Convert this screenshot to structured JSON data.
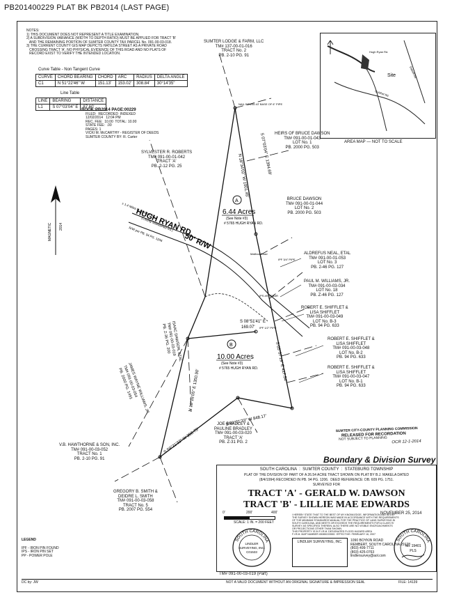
{
  "header": {
    "text": "PB201400229  PLAT BK PB2014 (LAST PAGE)"
  },
  "notes": {
    "lines": [
      "NOTES:",
      "1) THIS DOCUMENT DOES NOT REPRESENT A TITLE EXAMINATION.",
      "2) A SUBDIVISION VARIANCE (WIDTH TO DEPTH RATIO) MUST BE APPLIED FOR TRACT 'B'",
      "   AND THE REMAINING PORTION OF SUMTER COUNTY TAX PARCEL No. 091-00-03-018.",
      "3) THE CURRENT COUNTY GIS MAP DEPICTS HATILDA STREET AS A PRIVATE ROAD",
      "   CROSSING TRACT 'A'. NO PHYSICAL EVIDENCE OF THIS ROAD AND NO PLATS OF",
      "   RECORD EXIST TO VERIFY THE INTENDED LOCATION."
    ]
  },
  "curve_table": {
    "title": "Curve Table - Non Tangent Curve",
    "headers": [
      "CURVE",
      "CHORD BEARING",
      "CHORD",
      "ARC",
      "RADIUS",
      "DELTA ANGLE"
    ],
    "row": [
      "C1",
      "N 51°22'46\" W",
      "151.13'",
      "153.02'",
      "308.84'",
      "30°14'35\""
    ]
  },
  "line_table": {
    "title": "Line Table",
    "headers": [
      "LINE",
      "BEARING",
      "DISTANCE"
    ],
    "row": [
      "L1",
      "S 07°03'04\" E",
      "87.60'"
    ]
  },
  "recording_stamp": {
    "title": "BOOK:PB2014 PAGE:00229",
    "lines": [
      "FILED:  RECORDED  INDEXED",
      "12/02/2014   12:04 PM",
      "REC. FEE:  10.00  TOTAL: 10.00",
      "STATE FEE:  .00",
      "PAGES: 1",
      "VICKI M. McCARTHY - REGISTER OF DEEDS",
      "SUMTER COUNTY BY: R. Carter"
    ]
  },
  "area_map": {
    "caption": "AREA MAP — NOT TO SCALE",
    "site_label": "Site",
    "road_labels": [
      "Hugh Ryan Rd.",
      "Goldhat Rd.",
      "Dalzell Rd."
    ]
  },
  "north_arrow": {
    "label": "MAGNETIC",
    "sub": "2014"
  },
  "parcels": [
    {
      "lines": [
        "SUMTER LODGE & FARM, LLC",
        "TM# 137-00-01-016",
        "TRACT No. 2",
        "PB. 2-10 PG. 91"
      ]
    },
    {
      "lines": [
        "HEIRS OF BRUCE DAWSON",
        "TM# 091-00-01-043",
        "LOT No. 1",
        "PB. 2000 PG. 503"
      ]
    },
    {
      "lines": [
        "SYLVESTER R. ROBERTS",
        "TM# 091-00-01-042",
        "TRACT 'A'",
        "PB. 2-12 PG. 25"
      ]
    },
    {
      "lines": [
        "BRUCE DAWSON",
        "TM# 091-00-01-044",
        "LOT No. 2",
        "PB. 2000 PG. 503"
      ]
    },
    {
      "lines": [
        "ALDREFUS NEAL, ETAL",
        "TM# 091-00-01-053",
        "LOT No. 3",
        "PB. 2-46 PG. 127"
      ]
    },
    {
      "lines": [
        "PAUL M. WILLIAMS, JR.",
        "TM# 091-00-03-034",
        "LOT No. 18",
        "PB. Z-46 PG. 127"
      ]
    },
    {
      "lines": [
        "ROBERT E. SHIFFLET &",
        "LISA SHIFFLET",
        "TM# 091-00-03-049",
        "LOT No. B-3",
        "PB. 94 PG. 633"
      ]
    },
    {
      "lines": [
        "ROBERT E. SHIFFLET &",
        "LISA SHIFFLET",
        "TM# 091-00-03-048",
        "LOT No. B-2",
        "PB. 94 PG. 633"
      ]
    },
    {
      "lines": [
        "ROBERT E. SHIFFLET &",
        "LISA SHIFFLET",
        "TM# 091-00-03-047",
        "LOT No. B-1",
        "PB. 94 PG. 633"
      ]
    },
    {
      "lines": [
        "JOE BRADLEY &",
        "PAULINE BRADLEY",
        "TM# 091-00-03-020",
        "TRACT 'A'",
        "PB. Z-31 PG. 2"
      ]
    },
    {
      "lines": [
        "V.B. HAWTHORNE & SON, INC.",
        "TM# 091-00-03-052",
        "TRACT No. 1",
        "PB. 2-10 PG. 91"
      ]
    },
    {
      "lines": [
        "GREGORY B. SMITH &",
        "DEIDRE L. SMITH",
        "TM# 091-00-03-058",
        "TRACT No. 5",
        "PB. 2007 PG. 554"
      ]
    }
  ],
  "tract_a": {
    "area": "6.44 Acres",
    "note": "(See Note #3)",
    "address": "# 5765 HUGH RYAN RD.",
    "letter": "A"
  },
  "tract_b": {
    "area": "10.00 Acres",
    "note": "(See Note #3)",
    "address": "# 5765 HUGH RYAN RD.",
    "letter": "B"
  },
  "road": {
    "name": "HUGH RYAN RD.",
    "row": "50' R/W",
    "sub": "(County Maintained Rd.)",
    "to": "± 1.4 Miles to Goldhat Rd.",
    "ref": "R/W per PB. 94 PG. 1206"
  },
  "bearings": [
    "N 18°34'02\" W 1001.45'",
    "S 07°03'04\" E 1394.69'",
    "S 08°51'41\" E",
    "169.07'",
    "S 59°21'33\" W 848.17'",
    "S 59°21'33\" W 350.75'",
    "N 18°16'05\" E 1350.90'",
    "S 05°57'19\" E 417.54'"
  ],
  "vertical_texts": [
    "ISAAC DAWSON, ETAL",
    "TM# 091-00-03-019",
    "PB. Z-36 PG. 200",
    "JAMES WAYNE WILLIAMS, JR.",
    "TM# 091-00-03-054",
    "PB. 2000 PG. 1491"
  ],
  "pin_labels": [
    "NAIL FOUND AT BASE OF 6\" PIPE",
    "IPF 3/4\" PIPE",
    "IPF 1/2\" PIPE",
    "IPS #5 REBAR",
    "Mailbox Road"
  ],
  "legend": {
    "title": "LEGEND",
    "items": [
      "IPF - IRON PIN FOUND",
      "IPS - IRON PIN SET",
      "PP - POWER POLE"
    ]
  },
  "planning_stamp": {
    "lines": [
      "SUMTER CITY-COUNTY PLANNING COMMISSION",
      "RELEASED FOR RECORDATION",
      "NOT SUBJECT TO PLANNING",
      "OCR 12-1-2014"
    ]
  },
  "title_block": {
    "banner": "Boundary & Division Survey",
    "location": "SOUTH CAROLINA  :  SUMTER COUNTY  :  STATEBURG TOWNSHIP",
    "desc": [
      "PLAT OF THE DIVISION OF PART OF A 26.54 ACRE TRACT SHOWN ON PLAT BY B.J. MAKELA DATED",
      "(8/4/1994) RECORDED IN PB. 94 PG. 1206.  DEED REFERENCE: DB. 609 PG. 1751.",
      "SURVEYED FOR"
    ],
    "tract_a_line": "TRACT 'A' - GERALD W. DAWSON",
    "tract_b_line": "TRACT 'B' - LILLIE MAE EDWARDS",
    "date": "NOVEMBER 25, 2014",
    "scale_ticks": [
      "0'",
      "200'",
      "400'"
    ],
    "scale_text": "SCALE: 1 IN. = 200 FEET",
    "certification": [
      "I HEREBY STATE THAT TO THE BEST OF MY KNOWLEDGE, INFORMATION AND BELIEF",
      "THE SURVEY SHOWN HEREON WAS MADE IN ACCORDANCE WITH THE REQUIREMENTS",
      "OF THE MINIMUM STANDARDS MANUAL FOR THE PRACTICE OF LAND SURVEYING IN",
      "SOUTH CAROLINA, AND MEETS OR EXCEEDS THE REQUIREMENTS FOR A CLASS 'B'",
      "SURVEY AS SPECIFIED THEREIN; ALSO THERE ARE NO VISIBLE ENCROACHMENTS",
      "OR PROJECTIONS OTHER THAN SHOWN.",
      "THIS PROPERTY IS IN F.I.R.M. DESIGNATED FLOOD HAZARD AREA",
      "F.I.R.M. MAP NUMBER 45085C0355D  EFFECTIVE: FEBRUARY 16, 2007"
    ],
    "company": [
      "LINDLER SURVEYING, INC.",
      "1090 BOYKIN ROAD",
      "REMBERT, SOUTH CAROLINA 29128",
      "(803) 499-7711",
      "(803) 425-0763",
      "lindlersurvey@aol.com"
    ],
    "seal_left_text": "SOUTH CAROLINA",
    "seal_left_center": [
      "LINDLER",
      "SURVEYING, INC.",
      "C01533"
    ],
    "seal_right_text": "SOUTH CAROLINA",
    "seal_right_center": [
      "No. 19401",
      "PLS"
    ],
    "tm_line": "TM# 091-00-03-019 (Part)",
    "dc_by": "DC by: JW",
    "not_valid": "NOT A VALID DOCUMENT WITHOUT AN ORIGINAL SIGNATURE & IMPRESSION SEAL",
    "file": "FILE: 14139"
  }
}
